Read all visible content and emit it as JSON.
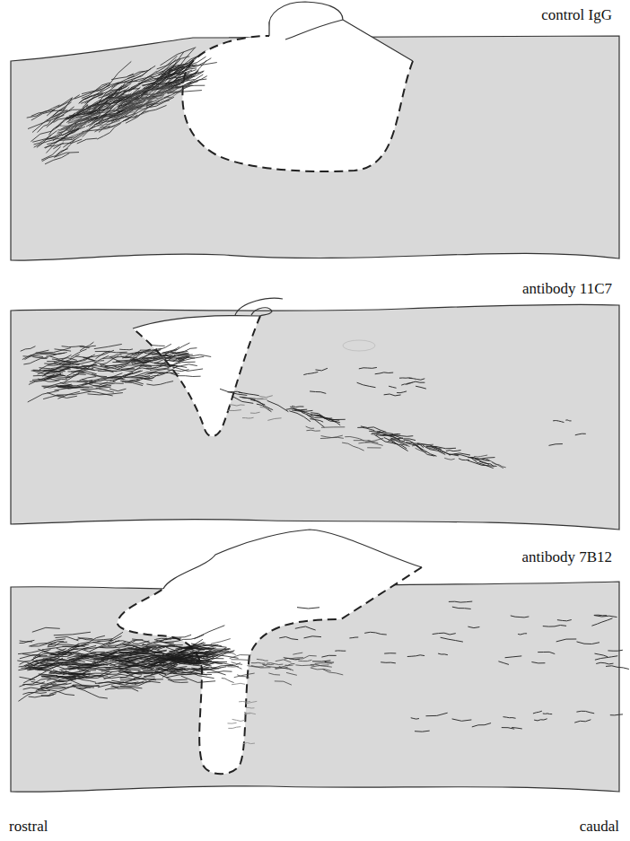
{
  "diagram": {
    "labels": [
      "control IgG",
      "antibody 11C7",
      "antibody 7B12",
      "rostral",
      "caudal"
    ]
  }
}
